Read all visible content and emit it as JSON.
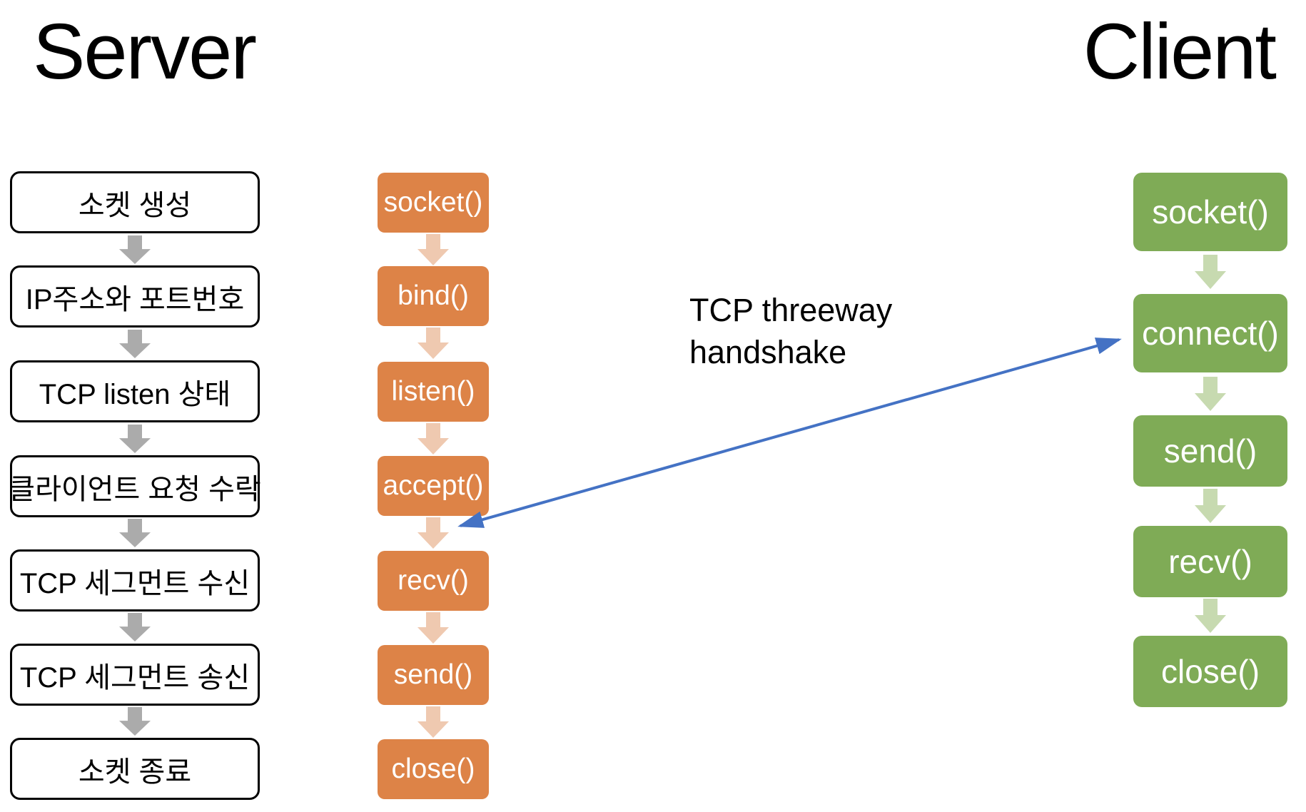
{
  "titles": {
    "server": "Server",
    "client": "Client"
  },
  "server_steps": [
    "소켓 생성",
    "IP주소와 포트번호",
    "TCP listen 상태",
    "클라이언트 요청 수락",
    "TCP 세그먼트 수신",
    "TCP 세그먼트 송신",
    "소켓 종료"
  ],
  "server_api_calls": [
    "socket()",
    "bind()",
    "listen()",
    "accept()",
    "recv()",
    "send()",
    "close()"
  ],
  "client_api_calls": [
    "socket()",
    "connect()",
    "send()",
    "recv()",
    "close()"
  ],
  "handshake_label": "TCP threeway handshake",
  "colors": {
    "server_call_box": "#DD8347",
    "server_flow_arrow": "#EFC9B0",
    "client_call_box": "#7FAB56",
    "client_flow_arrow": "#C7DAB0",
    "step_flow_arrow": "#ABABAB",
    "handshake_arrow": "#4472C4",
    "step_box_border": "#000000",
    "call_box_text": "#FFFFFF",
    "title_text": "#000000"
  }
}
